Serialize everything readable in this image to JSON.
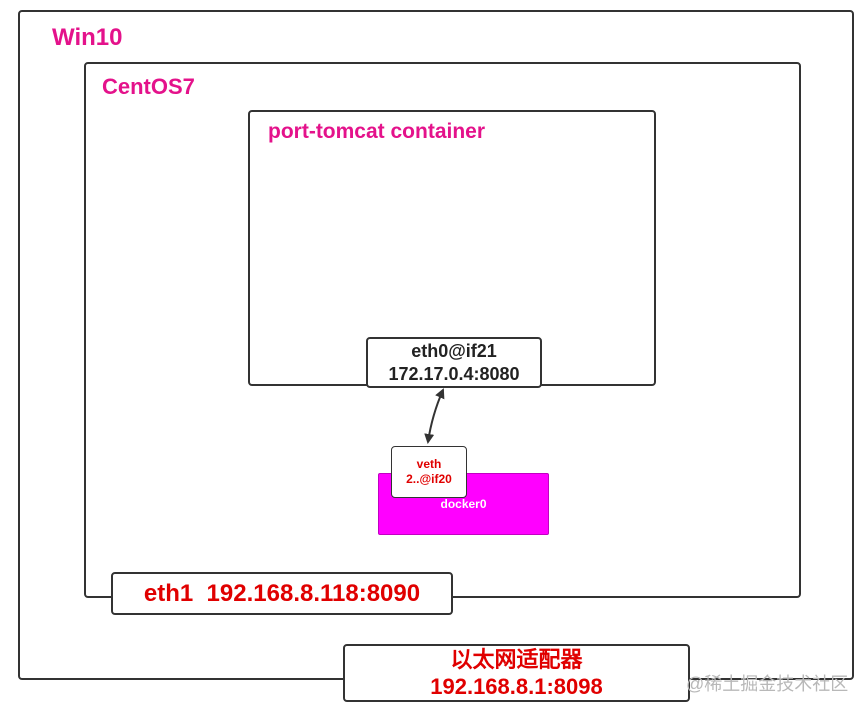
{
  "win10": {
    "label": "Win10"
  },
  "centos": {
    "label": "CentOS7"
  },
  "container": {
    "label": "port-tomcat container",
    "eth0_line1": "eth0@if21",
    "eth0_line2": "172.17.0.4:8080"
  },
  "bridge": {
    "label": "docker0",
    "veth_line1": "veth",
    "veth_line2": "2..@if20"
  },
  "eth1": {
    "label": "eth1  192.168.8.118:8090"
  },
  "adapter": {
    "line1": "以太网适配器",
    "line2": "192.168.8.1:8098"
  },
  "watermark": "@稀土掘金技术社区",
  "colors": {
    "title_pink": "#e4128b",
    "bridge_magenta": "#ff00ff",
    "address_red": "#e00000",
    "border": "#333333"
  }
}
